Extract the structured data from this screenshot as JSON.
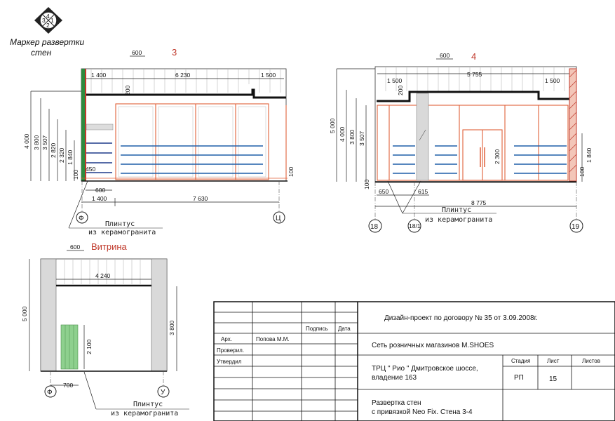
{
  "marker": {
    "label_line1": "Маркер развертки",
    "label_line2": "стен",
    "digits": [
      "4",
      "1",
      "2",
      "3"
    ]
  },
  "wall3": {
    "title": "3",
    "dims_top": [
      "600",
      "1 400",
      "6 230",
      "1 500",
      "200"
    ],
    "dims_left": [
      "4 000",
      "3 800",
      "3 507",
      "2 820",
      "2 320",
      "1 840",
      "100"
    ],
    "dims_inner": [
      "450",
      "100"
    ],
    "dims_bottom": [
      "600",
      "1 400",
      "7 630"
    ],
    "axes": [
      "Ф",
      "Ц"
    ],
    "note_line1": "Плинтус",
    "note_line2": "из керамогранита"
  },
  "wall4": {
    "title": "4",
    "dims_top": [
      "600",
      "1 500",
      "5 755",
      "1 500",
      "200"
    ],
    "dims_left": [
      "5 000",
      "4 000",
      "3 800",
      "3 507"
    ],
    "dims_inner": [
      "2 300",
      "1 840",
      "100"
    ],
    "dims_bottom": [
      "100",
      "650",
      "615",
      "8 775"
    ],
    "axes": [
      "18",
      "18/1",
      "19"
    ],
    "note_line1": "Плинтус",
    "note_line2": "из керамогранита"
  },
  "vitrina": {
    "title": "Витрина",
    "dims": [
      "600",
      "4 240",
      "5 000",
      "3 800",
      "2 100",
      "700"
    ],
    "axes": [
      "Ф",
      "У"
    ],
    "note_line1": "Плинтус",
    "note_line2": "из керамогранита"
  },
  "title_block": {
    "podpis": "Подпись",
    "data": "Дата",
    "arch": "Арх.",
    "arch_name": "Попова М.М.",
    "proveril": "Проверил.",
    "utverdil": "Утвердил",
    "project": "Дизайн-проект по договору №   35   от   3.09.2008г.",
    "network": "Сеть розничных магазинов  M.SHOES",
    "place_line1": "ТРЦ \" Рио \" Дмитровское шоссе,",
    "place_line2": "владение 163",
    "stage_h": "Стадия",
    "sheet_h": "Лист",
    "sheets_h": "Листов",
    "stage": "РП",
    "sheet": "15",
    "sheets": "",
    "desc_line1": "Развертка стен",
    "desc_line2": "с привязкой Neo Fix. Стена 3-4"
  },
  "colors": {
    "accent": "#c0392b",
    "shelf": "#1f5fa8",
    "frame": "#e0603a",
    "pier": "#d9d9d9"
  }
}
